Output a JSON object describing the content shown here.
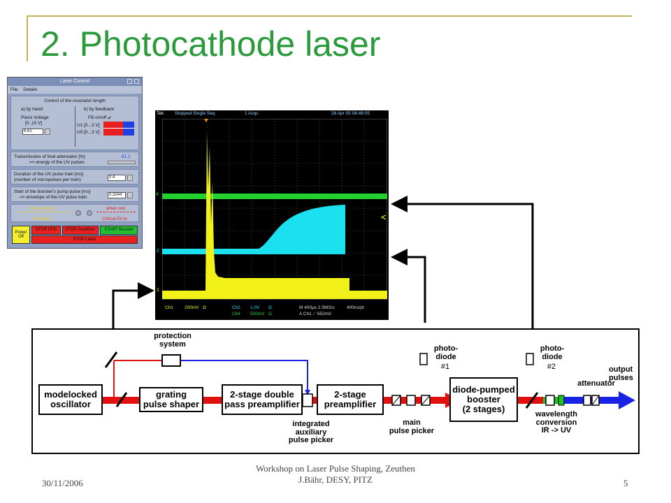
{
  "slide": {
    "title": "2. Photocathode laser",
    "footer_date": "30/11/2006",
    "footer_center_line1": "Workshop on Laser Pulse Shaping, Zeuthen",
    "footer_center_line2": "J.Bähr, DESY, PITZ",
    "page_number": "5"
  },
  "laser_control": {
    "window_title": "Laser Control",
    "menu": [
      "File",
      "Details"
    ],
    "resonator_title": "Control of the resonator length",
    "by_hand": "a) by hand:",
    "by_feedback": "b) by feedback:",
    "piezo_label": "Piezo Voltage",
    "piezo_range": "[0..10 V]",
    "piezo_value": "6.61",
    "fb_label": "FB on/off",
    "u1_label": "U1 [0...3 V]",
    "u0_label": "U0 [0...3 V]",
    "transmission_line1": "Transmission of final attenuator [%]",
    "transmission_line2": "=> energy of the UV pulses",
    "transmission_value": "81.1",
    "duration_line1": "Duration of the UV pulse train [ms]",
    "duration_line2": "(number of micropulses per train)",
    "duration_value": "0.4",
    "start_line1": "Start of the booster's pump pulse [ms]",
    "start_line2": "=> envelope of the UV pulse train",
    "start_value": "0.3244",
    "when_yellow": "when yellow:",
    "warning": "Warning",
    "when_red": "when red:",
    "critical": "Critical Error",
    "power_off": "Power Off",
    "stop_pfd": "STOP PFD",
    "stop_ampl": "STOP AmplGen",
    "start_booster": "START Booster",
    "stop_laser": "STOP Laser"
  },
  "scope": {
    "brand": "Tek",
    "status": "Stopped  Single Seq",
    "acqs": "1 Acqs",
    "datetime": "26 Apr 05 08:48:05",
    "ch1": "Ch1",
    "ch1_scale": "200mV",
    "ohm": "Ω",
    "ch2": "Ch2",
    "ch2_scale": "1.0V",
    "ch4": "Ch4",
    "ch4_scale": "500mV",
    "timebase": "M 400µs 2.5MS/s",
    "ptrate": "400ns/pt",
    "trigger": "A  Ch1  ⟋  652mV",
    "marker_1": "1",
    "marker_2": "2",
    "marker_4": "4"
  },
  "diagram": {
    "protection": "protection\nsystem",
    "modelocked": "modelocked\noscillator",
    "grating": "grating\npulse shaper",
    "preamp2": "2-stage double\npass preamplifier",
    "preamp": "2-stage\npreamplifier",
    "booster": "diode-pumped\nbooster\n(2 stages)",
    "integrated": "integrated\nauxiliary\npulse picker",
    "main_picker": "main\npulse picker",
    "photodiode1": "photo-\ndiode",
    "pd1_num": "#1",
    "photodiode2": "photo-\ndiode",
    "pd2_num": "#2",
    "attenuator": "attenuator",
    "output": "output\npulses",
    "wavelength": "wavelength\nconversion\nIR -> UV"
  },
  "colors": {
    "title": "#2a9a3a",
    "beam_ir": "#e31010",
    "beam_green": "#22c022",
    "beam_uv": "#1a22e6",
    "trace_yellow": "#f2f21a",
    "trace_cyan": "#1ae0f0",
    "trace_green": "#22d030"
  }
}
